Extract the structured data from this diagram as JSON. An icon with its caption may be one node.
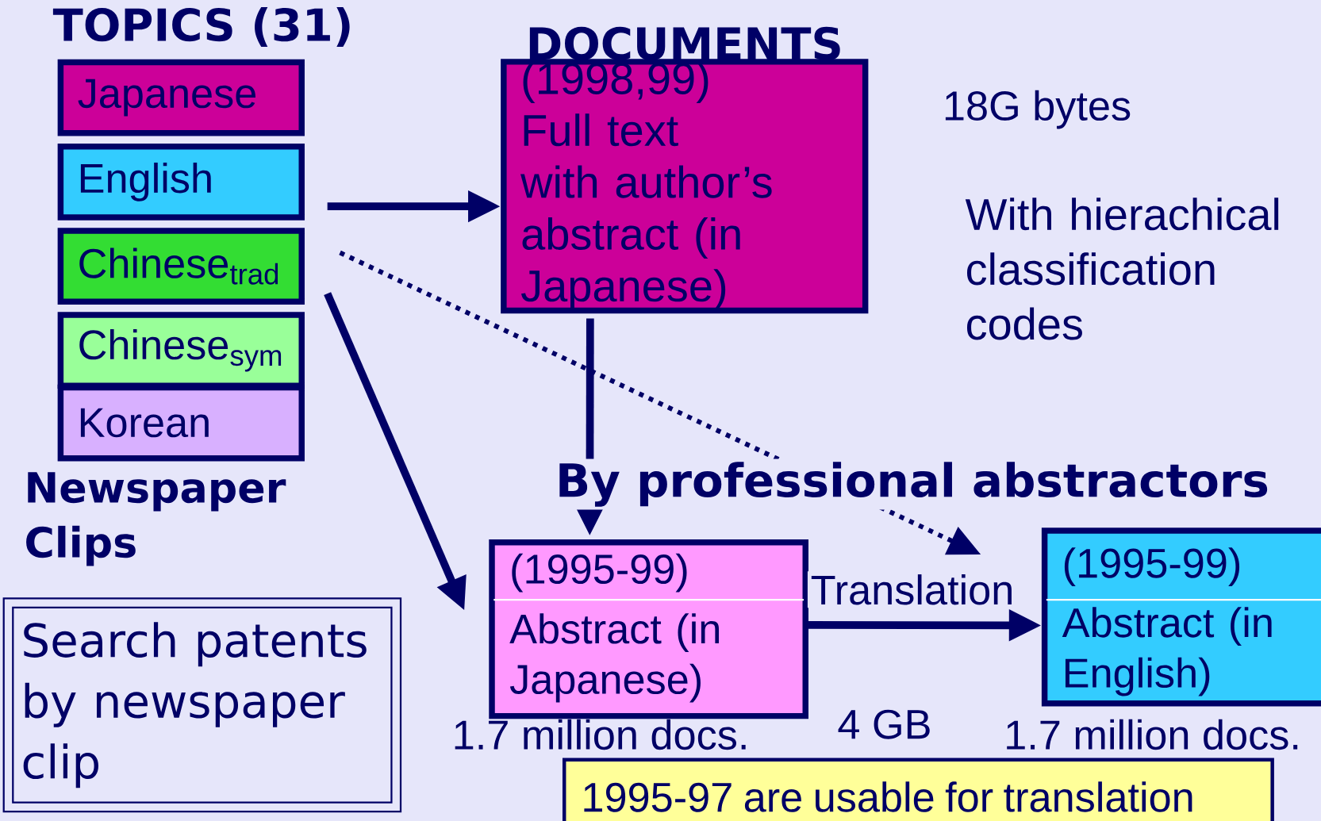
{
  "diagram": {
    "nodes": [
      {
        "text": [
          "Japanese"
        ]
      },
      {
        "text": [
          "English"
        ]
      },
      {
        "text": [
          "Chinese$_{trad}$"
        ]
      },
      {
        "text": [
          "Chinese$_{sym}$"
        ]
      },
      {
        "text": [
          "Korean"
        ]
      },
      {
        "text": [
          "DOCUMENTS",
          "(1998,99) Full text with author’s abstract (in Japanese)"
        ],
        "beside": [
          "18G bytes"
        ]
      },
      {
        "text": [
          "(1995-99)",
          "Abstract (in Japanese)"
        ],
        "beside": [
          "1.7 million docs."
        ]
      },
      {
        "text": [
          "(1995-99)",
          "Abstract (in English)"
        ],
        "beside": [
          "1.7 million docs."
        ]
      },
      {
        "text": [
          "Search patents by newspaper clip"
        ]
      },
      {
        "text": [
          "1995-97 are usable for translation"
        ]
      }
    ],
    "edges": [
      {
        "from": 1,
        "to": 5,
        "arrow": "to"
      },
      {
        "from": 5,
        "to": 6,
        "arrow": "to",
        "label": "By professional abstractors"
      },
      {
        "from": 2,
        "to": 6,
        "arrow": "to"
      },
      {
        "from": 2,
        "to": 7,
        "arrow": "to",
        "style": "dashed"
      },
      {
        "from": 6,
        "to": 7,
        "arrow": "to",
        "label": "Translation"
      }
    ],
    "labels": [
      "TOPICS (31)",
      "With hierachical classification codes",
      "Newspaper Clips",
      "4 GB"
    ]
  }
}
